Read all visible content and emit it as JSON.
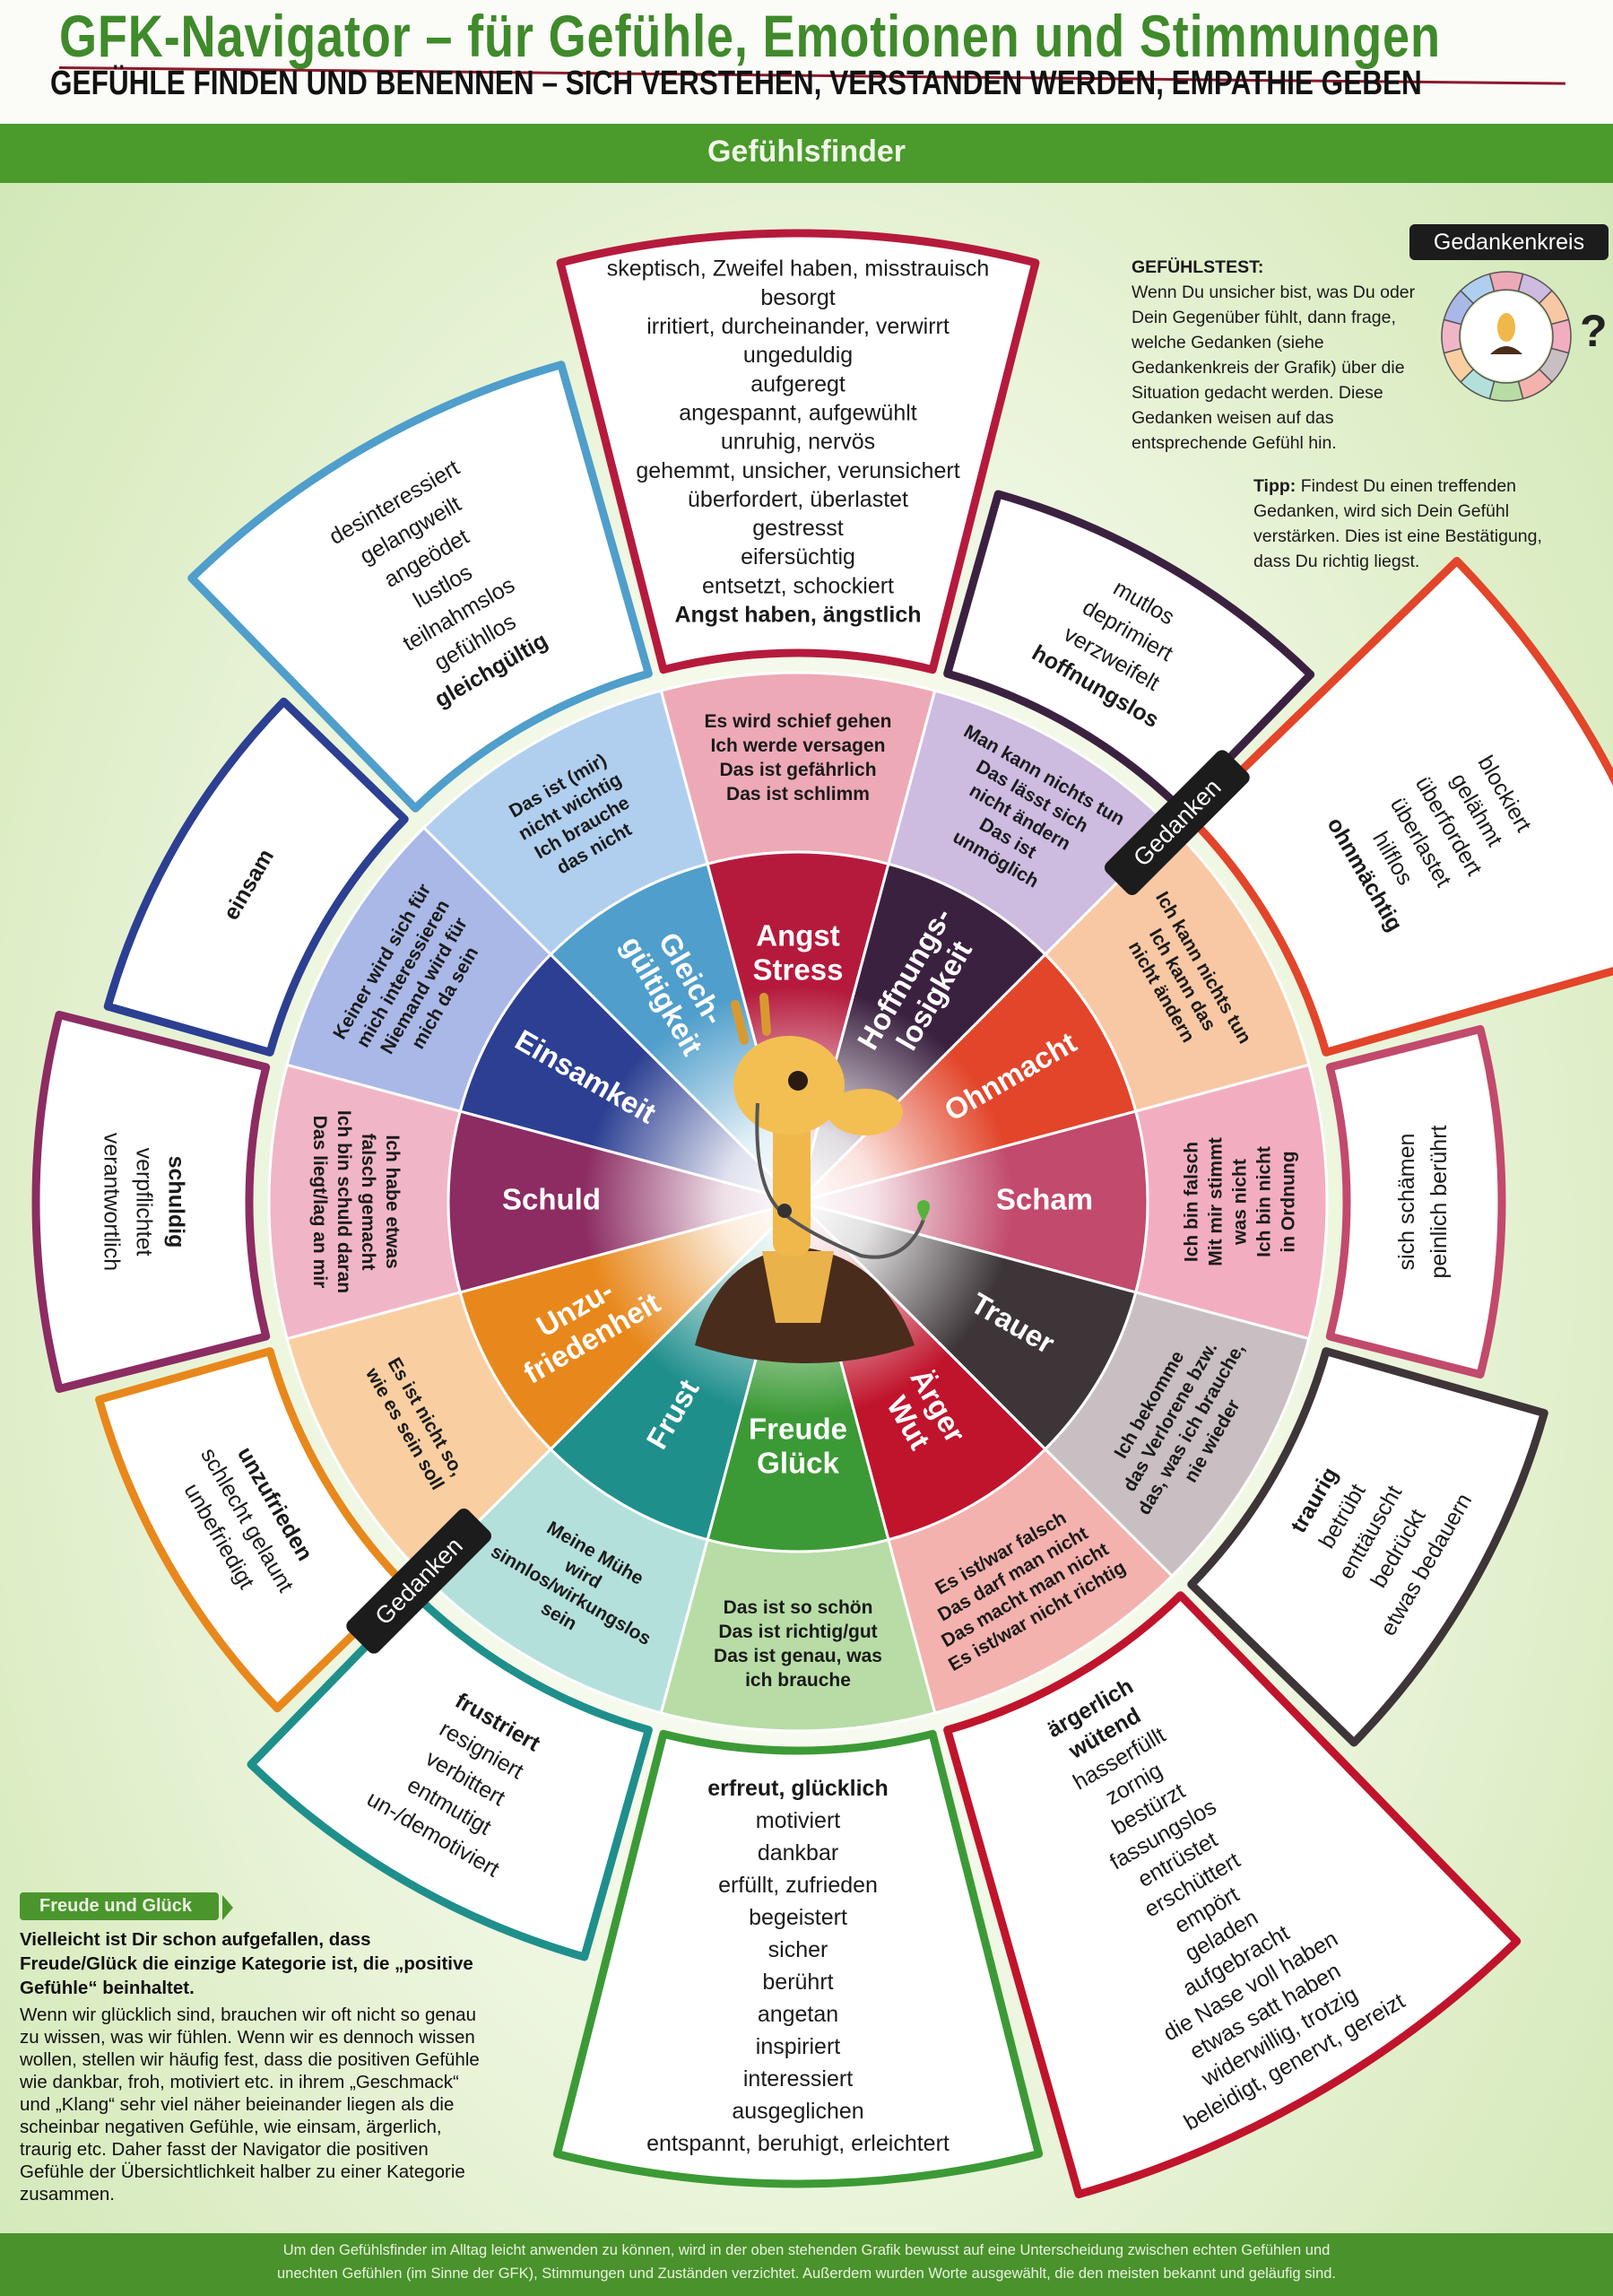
{
  "header": {
    "title": "GFK-Navigator – für Gefühle, Emotionen und Stimmungen",
    "subtitle": "GEFÜHLE FINDEN UND BENENNEN – SICH VERSTEHEN, VERSTANDEN WERDEN, EMPATHIE GEBEN",
    "section": "Gefühlsfinder"
  },
  "gedanken_label": "Gedanken",
  "test": {
    "heading": "GEFÜHLSTEST:",
    "body": "Wenn Du unsicher bist, was Du oder Dein Gegenüber fühlt, dann frage, welche Gedanken (siehe Gedankenkreis der Grafik) über die Situation gedacht werden. Diese Gedanken weisen auf das entsprechende Gefühl hin.",
    "tipp_label": "Tipp:",
    "tipp": "Findest Du einen treffenden Gedanken, wird sich Dein Gefühl verstärken. Dies ist eine Bestätigung, dass Du richtig liegst.",
    "kreis_label": "Gedankenkreis",
    "question": "?"
  },
  "joy_box": {
    "tag": "Freude und Glück",
    "lead": "Vielleicht ist Dir schon aufgefallen, dass Freude/Glück die einzige Kategorie ist, die „positive Gefühle“ beinhaltet.",
    "body": "Wenn wir glücklich sind, brauchen wir oft nicht so genau zu wissen, was wir fühlen. Wenn wir es dennoch wissen wollen, stellen wir häufig fest, dass die positiven Gefühle wie dankbar, froh, motiviert etc. in ihrem „Geschmack“ und „Klang“ sehr viel näher beieinander liegen als die scheinbar negativen Gefühle, wie einsam, ärgerlich, traurig etc. Daher fasst der Navigator die positiven Gefühle der Übersichtlichkeit halber zu einer Kategorie zusammen."
  },
  "footer": {
    "line1": "Um den Gefühlsfinder im Alltag leicht anwenden zu können, wird in der oben stehenden Grafik bewusst auf eine Unterscheidung zwischen echten Gefühlen und",
    "line2": "unechten Gefühlen (im Sinne der GFK), Stimmungen und Zuständen verzichtet. Außerdem wurden Worte ausgewählt, die den meisten bekannt und geläufig sind."
  },
  "categories": [
    {
      "id": "angst",
      "label": [
        "Angst",
        "Stress"
      ],
      "color": "#b51a3c",
      "light": "#eea9b6",
      "thoughts": [
        "Es wird schief gehen",
        "Ich werde versagen",
        "Das ist gefährlich",
        "Das ist schlimm"
      ],
      "feelings": [
        "skeptisch, Zweifel haben, misstrauisch",
        "besorgt",
        "irritiert, durcheinander, verwirrt",
        "ungeduldig",
        "aufgeregt",
        "angespannt, aufgewühlt",
        "unruhig, nervös",
        "gehemmt, unsicher, verunsichert",
        "überfordert, überlastet",
        "gestresst",
        "eifersüchtig",
        "entsetzt, schockiert",
        "Angst haben, ängstlich"
      ],
      "bold": [
        "Angst haben, ängstlich"
      ]
    },
    {
      "id": "hoffnungslosigkeit",
      "label": [
        "Hoffnungs-",
        "losigkeit"
      ],
      "color": "#3b2140",
      "light": "#cdbbe0",
      "thoughts": [
        "Man kann nichts tun",
        "Das lässt sich",
        "nicht ändern",
        "Das ist",
        "unmöglich"
      ],
      "feelings": [
        "mutlos",
        "deprimiert",
        "verzweifelt",
        "hoffnungslos"
      ],
      "bold": [
        "hoffnungslos"
      ]
    },
    {
      "id": "ohnmacht",
      "label": [
        "Ohnmacht"
      ],
      "color": "#e2452a",
      "light": "#f8c8a4",
      "thoughts": [
        "Ich kann nichts tun",
        "Ich kann das",
        "nicht ändern"
      ],
      "feelings": [
        "blockiert",
        "gelähmt",
        "überfordert",
        "überlastet",
        "hilflos",
        "ohnmächtig"
      ],
      "bold": [
        "ohnmächtig"
      ]
    },
    {
      "id": "scham",
      "label": [
        "Scham"
      ],
      "color": "#c24a6c",
      "light": "#f2aec0",
      "thoughts": [
        "Ich bin falsch",
        "Mit mir stimmt",
        "was nicht",
        "Ich bin nicht",
        "in Ordnung"
      ],
      "feelings": [
        "sich schämen",
        "peinlich berührt"
      ],
      "bold": []
    },
    {
      "id": "trauer",
      "label": [
        "Trauer"
      ],
      "color": "#3d3537",
      "light": "#c9bfc2",
      "thoughts": [
        "Ich bekomme",
        "das Verlorene bzw.",
        "das, was ich brauche,",
        "nie wieder"
      ],
      "feelings": [
        "traurig",
        "betrübt",
        "enttäuscht",
        "bedrückt",
        "etwas bedauern"
      ],
      "bold": [
        "traurig"
      ]
    },
    {
      "id": "aerger",
      "label": [
        "Ärger",
        "Wut"
      ],
      "color": "#c0142c",
      "light": "#f3b2ad",
      "thoughts": [
        "Es ist/war falsch",
        "Das darf man nicht",
        "Das macht man nicht",
        "Es ist/war nicht richtig"
      ],
      "feelings": [
        "ärgerlich",
        "wütend",
        "hasserfüllt",
        "zornig",
        "bestürzt",
        "fassungslos",
        "entrüstet",
        "erschüttert",
        "empört",
        "geladen",
        "aufgebracht",
        "die Nase voll haben",
        "etwas satt haben",
        "widerwillig, trotzig",
        "beleidigt, genervt, gereizt"
      ],
      "bold": [
        "ärgerlich",
        "wütend"
      ]
    },
    {
      "id": "freude",
      "label": [
        "Freude",
        "Glück"
      ],
      "color": "#3c9a36",
      "light": "#b8dca6",
      "thoughts": [
        "Das ist so schön",
        "Das ist richtig/gut",
        "Das ist genau, was",
        "ich brauche"
      ],
      "feelings": [
        "erfreut, glücklich",
        "motiviert",
        "dankbar",
        "erfüllt, zufrieden",
        "begeistert",
        "sicher",
        "berührt",
        "angetan",
        "inspiriert",
        "interessiert",
        "ausgeglichen",
        "entspannt, beruhigt, erleichtert"
      ],
      "bold": [
        "erfreut, glücklich"
      ]
    },
    {
      "id": "frust",
      "label": [
        "Frust"
      ],
      "color": "#1f8f8c",
      "light": "#b4e0dc",
      "thoughts": [
        "Meine Mühe",
        "wird",
        "sinnlos/wirkungslos",
        "sein"
      ],
      "feelings": [
        "frustriert",
        "resigniert",
        "verbittert",
        "entmutigt",
        "un-/demotiviert"
      ],
      "bold": [
        "frustriert"
      ]
    },
    {
      "id": "unzufriedenheit",
      "label": [
        "Unzu-",
        "friedenheit"
      ],
      "color": "#e8881c",
      "light": "#f9cfa2",
      "thoughts": [
        "Es ist nicht so,",
        "wie es sein soll"
      ],
      "feelings": [
        "unzufrieden",
        "schlecht gelaunt",
        "unbefriedigt"
      ],
      "bold": [
        "unzufrieden"
      ]
    },
    {
      "id": "schuld",
      "label": [
        "Schuld"
      ],
      "color": "#8c2c62",
      "light": "#f0b6c8",
      "thoughts": [
        "Ich habe etwas",
        "falsch gemacht",
        "Ich bin schuld daran",
        "Das liegt/lag an mir"
      ],
      "feelings": [
        "schuldig",
        "verpflichtet",
        "verantwortlich"
      ],
      "bold": [
        "schuldig"
      ]
    },
    {
      "id": "einsamkeit",
      "label": [
        "Einsamkeit"
      ],
      "color": "#2c3f92",
      "light": "#a9b8e6",
      "thoughts": [
        "Keiner wird sich für",
        "mich interessieren",
        "Niemand wird für",
        "mich da sein"
      ],
      "feelings": [
        "einsam"
      ],
      "bold": [
        "einsam"
      ]
    },
    {
      "id": "gleichgueltigkeit",
      "label": [
        "Gleich-",
        "gültigkeit"
      ],
      "color": "#4f9ecb",
      "light": "#b0cfee",
      "thoughts": [
        "Das ist (mir)",
        "nicht wichtig",
        "Ich brauche",
        "das nicht"
      ],
      "feelings": [
        "desinteressiert",
        "gelangweilt",
        "angeödet",
        "lustlos",
        "teilnahmslos",
        "gefühllos",
        "gleichgültig"
      ],
      "bold": [
        "gleichgültig"
      ]
    }
  ]
}
